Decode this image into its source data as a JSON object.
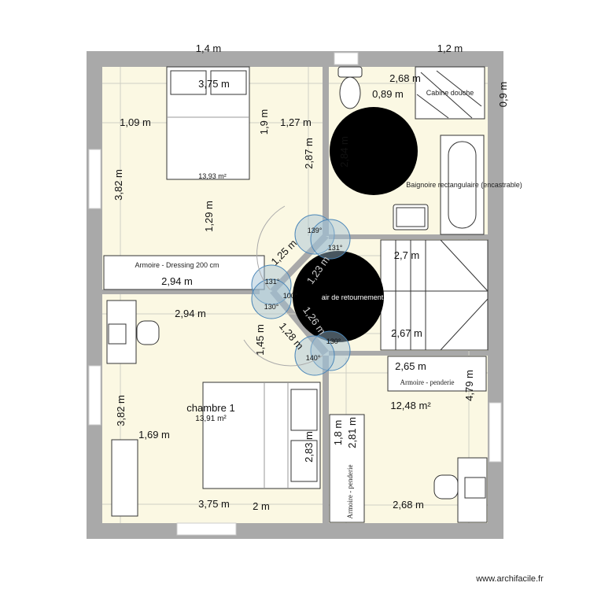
{
  "colors": {
    "floor": "#fbf8e3",
    "wall": "#a9a9a9",
    "turning_circle": "#000000",
    "door_swing": "#4a86b8"
  },
  "rooms": {
    "bedroom_top": {
      "area": "13,93 m²",
      "dims": {
        "top_width": "1,4 m",
        "bed_width": "3,75 m",
        "left": "1,09 m",
        "bed_len": "1,9 m",
        "right": "1,27 m",
        "height_right": "2,87 m",
        "height_left": "3,82 m",
        "below_bed": "1,29 m",
        "wardrobe_dim": "2,94 m"
      },
      "wardrobe": "Armoire - Dressing 200 cm"
    },
    "bathroom": {
      "dims": {
        "top_width": "1,2 m",
        "width": "2,68 m",
        "toilet_gap": "0,89 m",
        "shower_side": "0,9 m",
        "height": "2,84 m"
      },
      "shower": "Cabine douche",
      "bathtub": "Baignoire rectangulaire (encastrable)"
    },
    "hall": {
      "turning_area": "air de retournement",
      "dims": [
        "1,25 m",
        "1,23 m",
        "1,26 m",
        "1,45 m",
        "1,28 m"
      ],
      "angles": [
        "139°",
        "131°",
        "131°",
        "100°",
        "130°",
        "130°",
        "140°"
      ]
    },
    "stairs": {
      "dims": [
        "2,7 m",
        "2,67 m"
      ]
    },
    "bedroom_bottom_right": {
      "area": "12,48 m²",
      "dims": {
        "top": "2,65 m",
        "height": "4,79 m",
        "wardrobe_len": "1,8 m",
        "height_left": "2,81 m",
        "bottom": "2,68 m"
      },
      "wardrobe_top": "Armoire - penderie",
      "wardrobe_left": "Armoire - penderie"
    },
    "chambre1": {
      "name": "chambre 1",
      "area": "13,91 m²",
      "dims": {
        "top": "2,94 m",
        "height_left": "3,82 m",
        "left": "1,69 m",
        "bed": "2,83 m",
        "bottom_a": "3,75 m",
        "bottom_b": "2 m"
      }
    }
  },
  "watermark": "www.archifacile.fr"
}
